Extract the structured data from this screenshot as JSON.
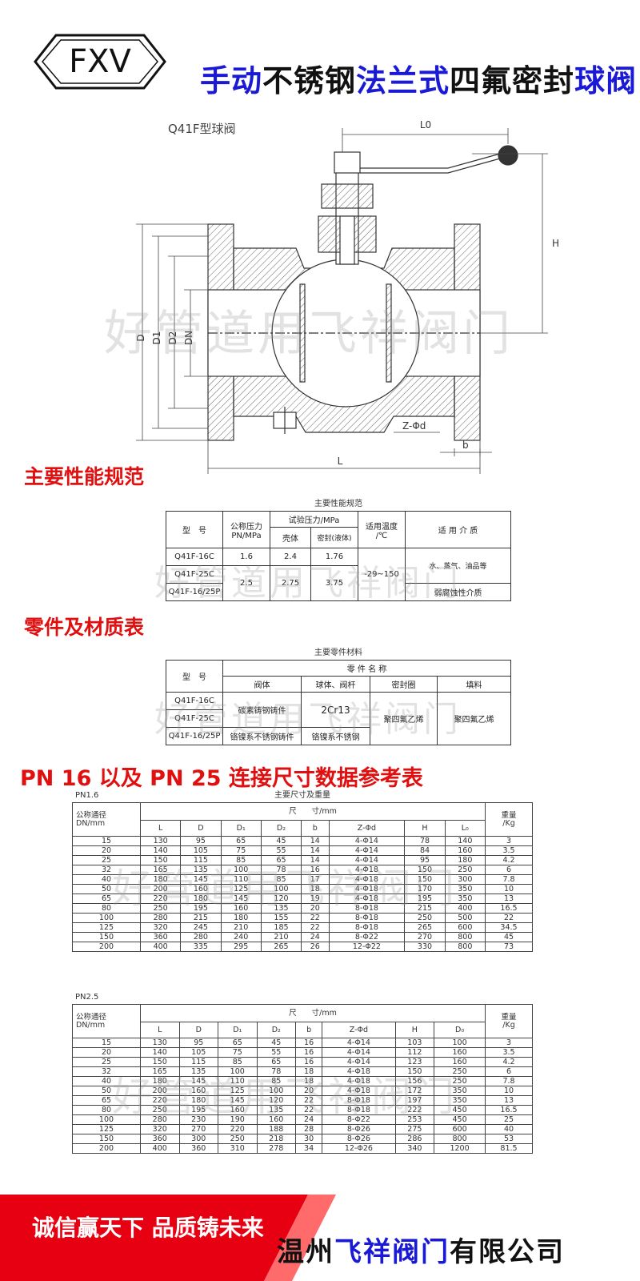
{
  "header": {
    "logo_text": "FXV",
    "title_parts": [
      {
        "text": "手动",
        "color": "blue"
      },
      {
        "text": "不锈钢",
        "color": "black"
      },
      {
        "text": "法兰式",
        "color": "blue"
      },
      {
        "text": "四氟密封",
        "color": "black"
      },
      {
        "text": "球阀",
        "color": "blue"
      }
    ]
  },
  "drawing": {
    "model_label": "Q41F型球阀",
    "dim_labels": {
      "L0": "L0",
      "H": "H",
      "D": "D",
      "D1": "D1",
      "D2": "D2",
      "DN": "DN",
      "Zd": "Z-Φd",
      "b": "b",
      "L": "L"
    }
  },
  "watermark": "好管道用飞祥阀门",
  "sections": {
    "performance": "主要性能规范",
    "materials": "零件及材质表",
    "dimensions": "PN 16 以及 PN 25 连接尺寸数据参考表"
  },
  "perf_table": {
    "caption": "主要性能规范",
    "h_model": "型　号",
    "h_pn": "公称压力\nPN/MPa",
    "h_test": "试验压力/MPa",
    "h_shell": "壳体",
    "h_seal": "密封(液体)",
    "h_temp": "适用温度\n/℃",
    "h_media": "适 用 介 质",
    "models": [
      "Q41F-16C",
      "Q41F-25C",
      "Q41F-16/25P"
    ],
    "pn": [
      "1.6",
      "2.5"
    ],
    "shell": [
      "2.4",
      "2.75"
    ],
    "seal": [
      "1.76",
      "3.75"
    ],
    "temp": "-29~150",
    "media": [
      "水、蒸气、油品等",
      "弱腐蚀性介质"
    ]
  },
  "mat_table": {
    "caption": "主要零件材料",
    "h_model": "型　号",
    "h_parts": "零 件 名 称",
    "h_body": "阀体",
    "h_ball": "球体、阀杆",
    "h_seal": "密封圈",
    "h_pack": "填料",
    "models": [
      "Q41F-16C",
      "Q41F-25C",
      "Q41F-16/25P"
    ],
    "body": [
      "碳素铸钢铸件",
      "铬镍系不锈钢铸件"
    ],
    "ball": [
      "2Cr13",
      "铬镍系不锈钢"
    ],
    "seal": "聚四氟乙烯",
    "pack": "聚四氟乙烯"
  },
  "pn16": {
    "label": "PN1.6",
    "caption": "主要尺寸及重量",
    "h_dn": "公称通径\nDN/mm",
    "h_size": "尺　　寸/mm",
    "h_weight": "重量\n/Kg",
    "cols": [
      "L",
      "D",
      "D₁",
      "D₂",
      "b",
      "Z-Φd",
      "H",
      "L₀"
    ],
    "rows": [
      [
        "15",
        "130",
        "95",
        "65",
        "45",
        "14",
        "4-Φ14",
        "78",
        "140",
        "3"
      ],
      [
        "20",
        "140",
        "105",
        "75",
        "55",
        "14",
        "4-Φ14",
        "84",
        "160",
        "3.5"
      ],
      [
        "25",
        "150",
        "115",
        "85",
        "65",
        "14",
        "4-Φ14",
        "95",
        "180",
        "4.2"
      ],
      [
        "32",
        "165",
        "135",
        "100",
        "78",
        "16",
        "4-Φ18",
        "150",
        "250",
        "6"
      ],
      [
        "40",
        "180",
        "145",
        "110",
        "85",
        "17",
        "4-Φ18",
        "150",
        "300",
        "7.8"
      ],
      [
        "50",
        "200",
        "160",
        "125",
        "100",
        "18",
        "4-Φ18",
        "170",
        "350",
        "10"
      ],
      [
        "65",
        "220",
        "180",
        "145",
        "120",
        "19",
        "4-Φ18",
        "195",
        "350",
        "13"
      ],
      [
        "80",
        "250",
        "195",
        "160",
        "135",
        "20",
        "8-Φ18",
        "215",
        "400",
        "16.5"
      ],
      [
        "100",
        "280",
        "215",
        "180",
        "155",
        "22",
        "8-Φ18",
        "250",
        "500",
        "22"
      ],
      [
        "125",
        "320",
        "245",
        "210",
        "185",
        "22",
        "8-Φ18",
        "265",
        "600",
        "34.5"
      ],
      [
        "150",
        "360",
        "280",
        "240",
        "210",
        "24",
        "8-Φ22",
        "270",
        "800",
        "45"
      ],
      [
        "200",
        "400",
        "335",
        "295",
        "265",
        "26",
        "12-Φ22",
        "330",
        "800",
        "73"
      ]
    ]
  },
  "pn25": {
    "label": "PN2.5",
    "h_dn": "公称通径\nDN/mm",
    "h_size": "尺　　寸/mm",
    "h_weight": "重量\n/Kg",
    "cols": [
      "L",
      "D",
      "D₁",
      "D₂",
      "b",
      "Z-Φd",
      "H",
      "D₀"
    ],
    "rows": [
      [
        "15",
        "130",
        "95",
        "65",
        "45",
        "16",
        "4-Φ14",
        "103",
        "100",
        "3"
      ],
      [
        "20",
        "140",
        "105",
        "75",
        "55",
        "16",
        "4-Φ14",
        "112",
        "160",
        "3.5"
      ],
      [
        "25",
        "150",
        "115",
        "85",
        "65",
        "16",
        "4-Φ14",
        "123",
        "160",
        "4.2"
      ],
      [
        "32",
        "165",
        "135",
        "100",
        "78",
        "18",
        "4-Φ18",
        "150",
        "250",
        "6"
      ],
      [
        "40",
        "180",
        "145",
        "110",
        "85",
        "18",
        "4-Φ18",
        "156",
        "250",
        "7.8"
      ],
      [
        "50",
        "200",
        "160",
        "125",
        "100",
        "20",
        "4-Φ18",
        "172",
        "350",
        "10"
      ],
      [
        "65",
        "220",
        "180",
        "145",
        "120",
        "22",
        "8-Φ18",
        "197",
        "350",
        "13"
      ],
      [
        "80",
        "250",
        "195",
        "160",
        "135",
        "22",
        "8-Φ18",
        "222",
        "450",
        "16.5"
      ],
      [
        "100",
        "280",
        "230",
        "190",
        "160",
        "24",
        "8-Φ22",
        "253",
        "450",
        "25"
      ],
      [
        "125",
        "320",
        "270",
        "220",
        "188",
        "28",
        "8-Φ26",
        "275",
        "600",
        "40"
      ],
      [
        "150",
        "360",
        "300",
        "250",
        "218",
        "30",
        "8-Φ26",
        "286",
        "800",
        "53"
      ],
      [
        "200",
        "400",
        "360",
        "310",
        "278",
        "34",
        "12-Φ26",
        "340",
        "1200",
        "81.5"
      ]
    ]
  },
  "footer": {
    "slogan": "诚信赢天下 品质铸未来",
    "company_parts": [
      {
        "text": "温州",
        "color": "black"
      },
      {
        "text": "飞祥阀门",
        "color": "blue"
      },
      {
        "text": "有限公司",
        "color": "black"
      }
    ]
  },
  "colors": {
    "blue": "#1a1ad6",
    "red": "#e01010",
    "footer_red": "#e60012"
  }
}
